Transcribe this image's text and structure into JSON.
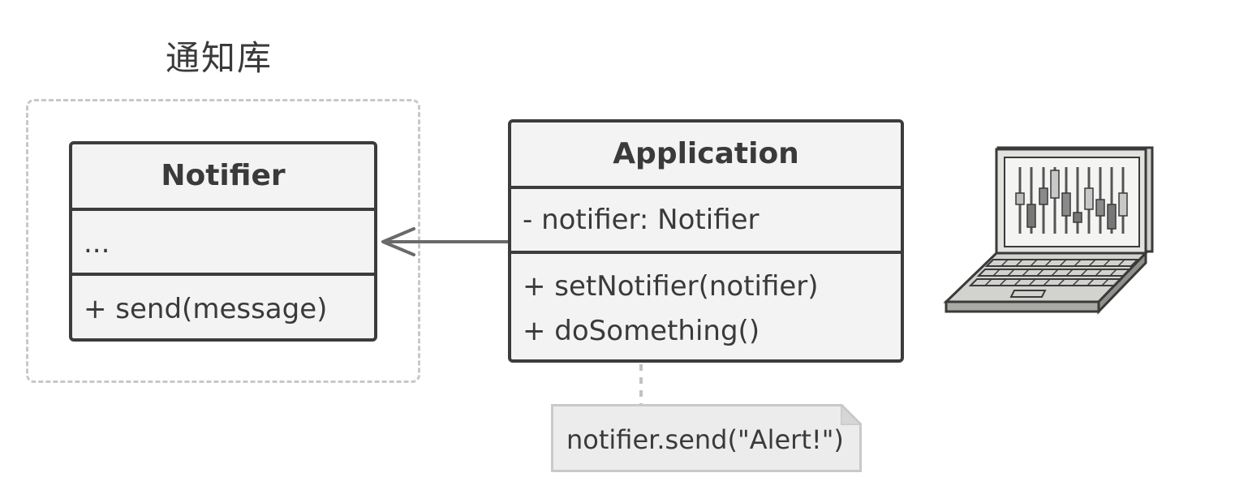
{
  "library": {
    "title": "通知库"
  },
  "notifier_class": {
    "name": "Notifier",
    "fields": [
      "..."
    ],
    "methods": [
      "+ send(message)"
    ]
  },
  "application_class": {
    "name": "Application",
    "fields": [
      "- notifier: Notifier"
    ],
    "methods": [
      "+ setNotifier(notifier)",
      "+ doSomething()"
    ]
  },
  "note": {
    "text": "notifier.send(\"Alert!\")"
  },
  "icons": {
    "laptop": "laptop-icon",
    "arrow": "association-arrow"
  },
  "colors": {
    "stroke": "#3c3c3c",
    "fill": "#f3f3f3",
    "dashed": "#c8c8c8",
    "note_fill": "#ececec"
  }
}
